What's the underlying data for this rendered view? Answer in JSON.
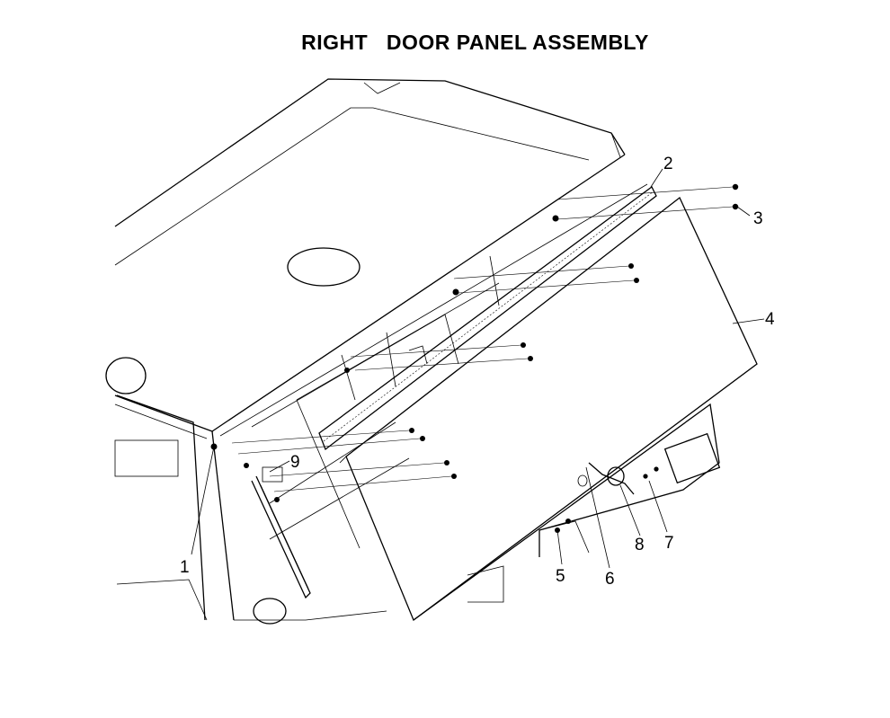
{
  "title": "RIGHT   DOOR PANEL ASSEMBLY",
  "callouts": {
    "c1": "1",
    "c2": "2",
    "c3": "3",
    "c4": "4",
    "c5": "5",
    "c6": "6",
    "c7": "7",
    "c8": "8",
    "c9": "9"
  }
}
